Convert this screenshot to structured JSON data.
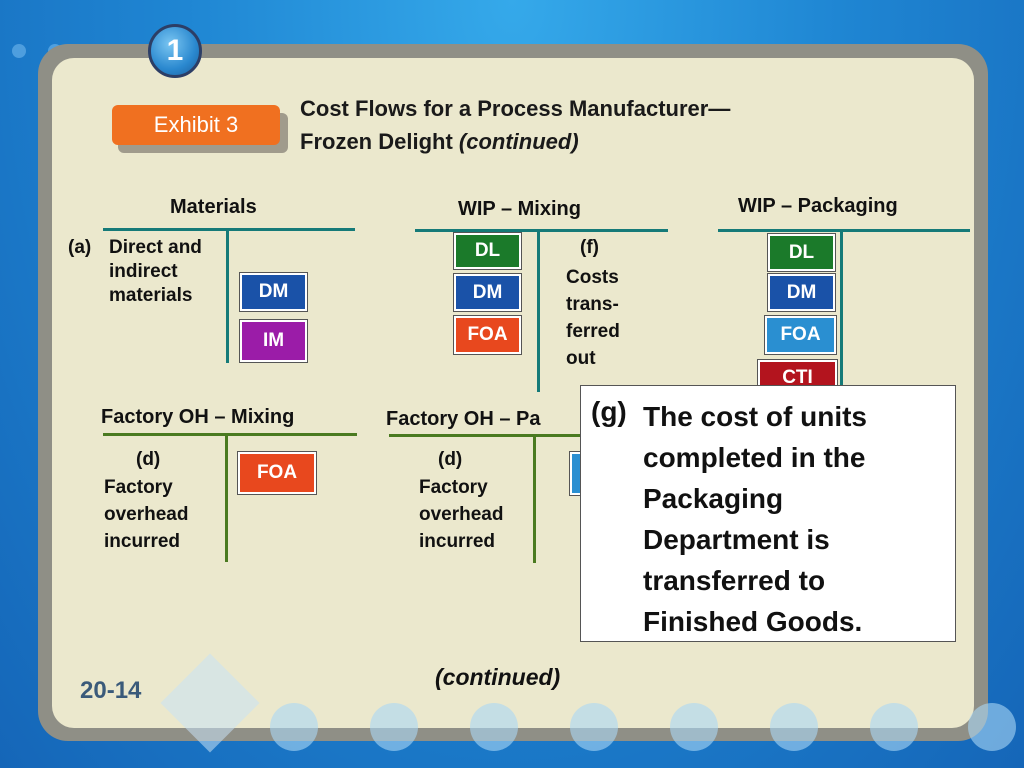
{
  "slide": {
    "badge_number": "1",
    "exhibit_label": "Exhibit 3",
    "title_line1": "Cost Flows for a Process Manufacturer—",
    "title_line2": "Frozen Delight",
    "title_suffix": "(continued)",
    "page_number": "20-14",
    "footer_text": "(continued)"
  },
  "accounts": {
    "materials": {
      "title": "Materials",
      "entry_tag": "(a)",
      "entry_lines": [
        "Direct and",
        "indirect",
        "materials"
      ],
      "boxes": [
        "DM",
        "IM"
      ]
    },
    "wip_mixing": {
      "title": "WIP – Mixing",
      "boxes": [
        "DL",
        "DM",
        "FOA"
      ],
      "entry_tag": "(f)",
      "entry_lines": [
        "Costs",
        "trans-",
        "ferred",
        "out"
      ]
    },
    "wip_packaging": {
      "title": "WIP – Packaging",
      "boxes": [
        "DL",
        "DM",
        "FOA",
        "CTI"
      ]
    },
    "foh_mixing": {
      "title": "Factory OH – Mixing",
      "entry_tag": "(d)",
      "entry_lines": [
        "Factory",
        "overhead",
        "incurred"
      ],
      "boxes": [
        "FOA"
      ]
    },
    "foh_packaging": {
      "title": "Factory OH – Pa",
      "entry_tag": "(d)",
      "entry_lines": [
        "Factory",
        "overhead",
        "incurred"
      ]
    }
  },
  "callout": {
    "tag": "(g)",
    "text": "The cost of units completed in the Packaging Department is transferred to Finished Goods."
  }
}
